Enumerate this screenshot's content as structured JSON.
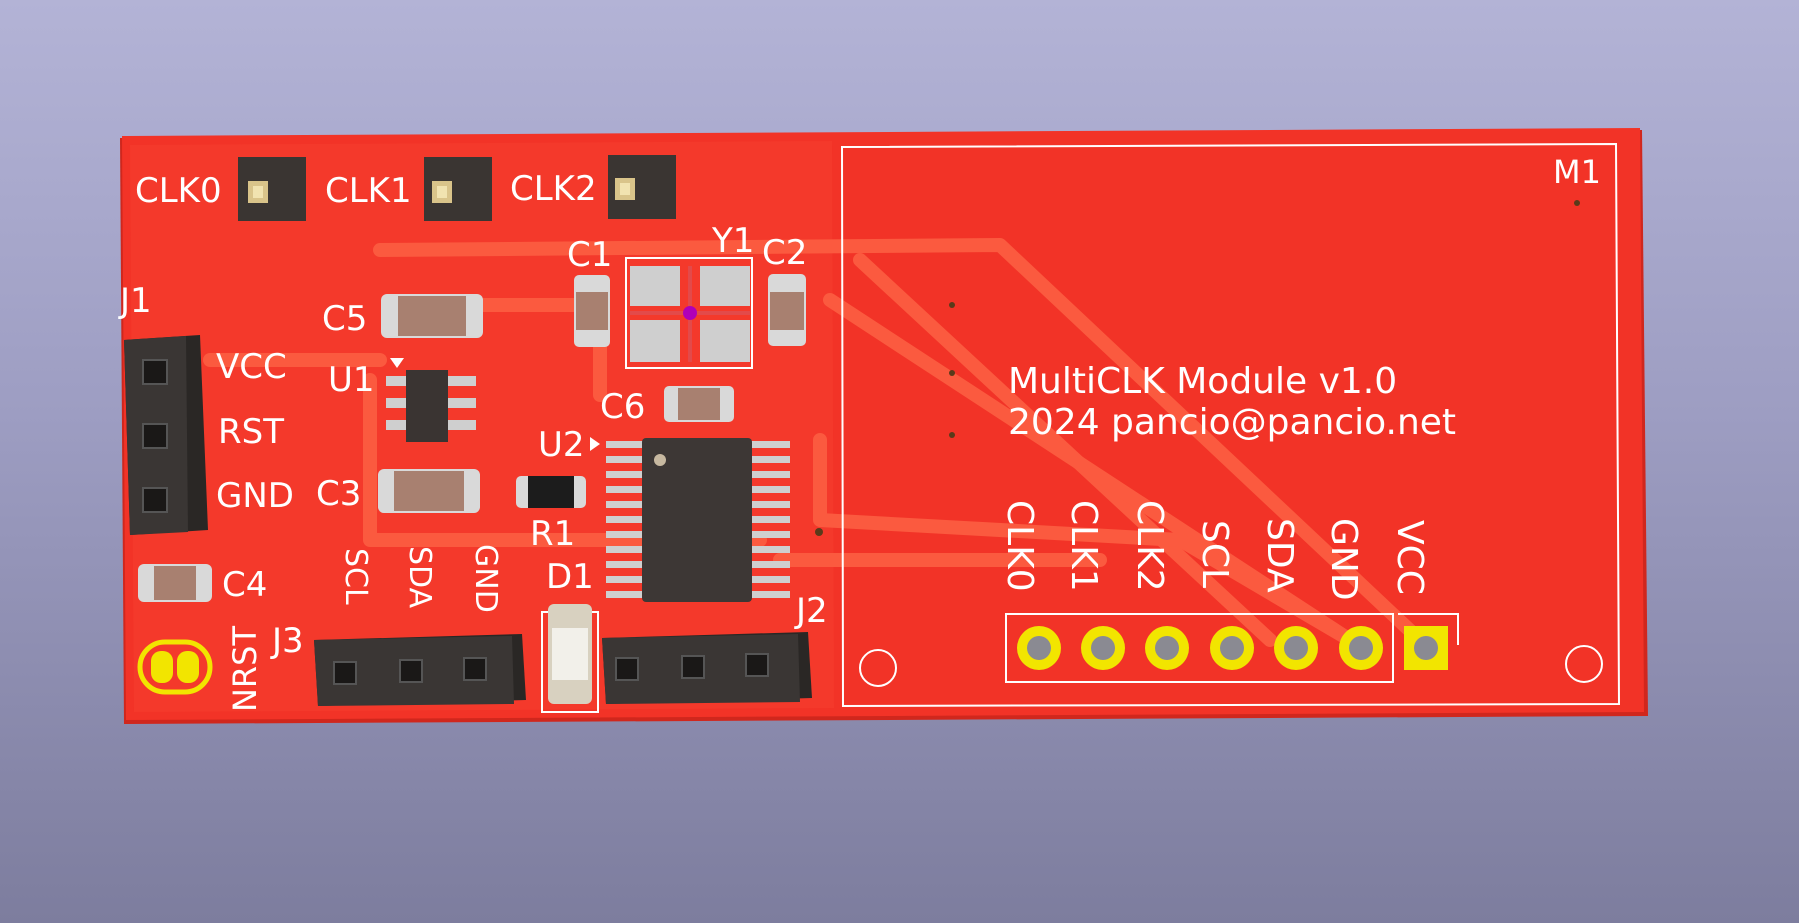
{
  "board": {
    "title_line1": "MultiCLK Module v1.0",
    "title_line2": "2024 pancio@pancio.net",
    "colors": {
      "background_top": "#b3b3d6",
      "background_bottom": "#7d7d9e",
      "board": "#f23327",
      "copper_pour": "#fb4b31",
      "silkscreen": "#ffffff",
      "pad_gold": "#f2e500",
      "header_body": "#2e2b29"
    }
  },
  "test_points": {
    "clk0": "CLK0",
    "clk1": "CLK1",
    "clk2": "CLK2"
  },
  "references": {
    "j1": "J1",
    "j2": "J2",
    "j3": "J3",
    "u1": "U1",
    "u2": "U2",
    "y1": "Y1",
    "c1": "C1",
    "c2": "C2",
    "c3": "C3",
    "c4": "C4",
    "c5": "C5",
    "c6": "C6",
    "r1": "R1",
    "d1": "D1",
    "m1": "M1",
    "nrst": "NRST"
  },
  "j1_pins": [
    "VCC",
    "RST",
    "GND"
  ],
  "j3_pins": [
    "SCL",
    "SDA",
    "GND"
  ],
  "m1_pins": [
    "CLK0",
    "CLK1",
    "CLK2",
    "SCL",
    "SDA",
    "GND",
    "VCC"
  ]
}
